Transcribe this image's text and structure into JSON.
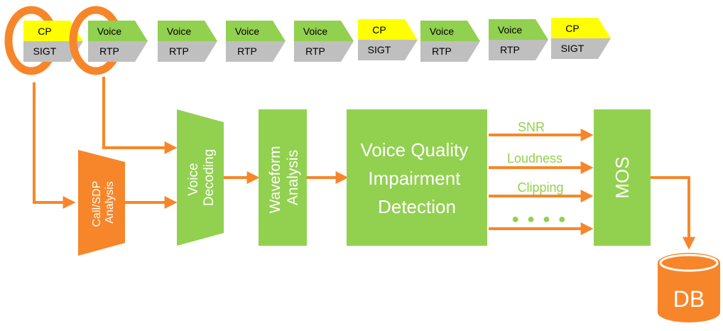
{
  "packets": [
    {
      "top": "CP",
      "bottom": "SIGT",
      "kind": "signal",
      "ring": true
    },
    {
      "top": "Voice",
      "bottom": "RTP",
      "kind": "voice",
      "ring": true
    },
    {
      "top": "Voice",
      "bottom": "RTP",
      "kind": "voice",
      "ring": false
    },
    {
      "top": "Voice",
      "bottom": "RTP",
      "kind": "voice",
      "ring": false
    },
    {
      "top": "Voice",
      "bottom": "RTP",
      "kind": "voice",
      "ring": false
    },
    {
      "top": "CP",
      "bottom": "SIGT",
      "kind": "signal",
      "ring": false
    },
    {
      "top": "Voice",
      "bottom": "RTP",
      "kind": "voice",
      "ring": false
    },
    {
      "top": "Voice",
      "bottom": "RTP",
      "kind": "voice",
      "ring": false
    },
    {
      "top": "CP",
      "bottom": "SIGT",
      "kind": "signal",
      "ring": false
    }
  ],
  "blocks": {
    "call_sdp": [
      "Call/SDP",
      "Analysis"
    ],
    "voice_decoding": [
      "Voice",
      "Decoding"
    ],
    "waveform": [
      "Waveform",
      "Analysis"
    ],
    "impairment": [
      "Voice Quality",
      "Impairment",
      "Detection"
    ],
    "mos": "MOS",
    "db": "DB"
  },
  "metrics": [
    "SNR",
    "Loudness",
    "Clipping",
    "● ● ● ●"
  ],
  "colors": {
    "orange": "#F7862A",
    "green": "#92D050",
    "yellow": "#FFFF00",
    "gray": "#BFBFBF",
    "white": "#FFFFFF"
  }
}
